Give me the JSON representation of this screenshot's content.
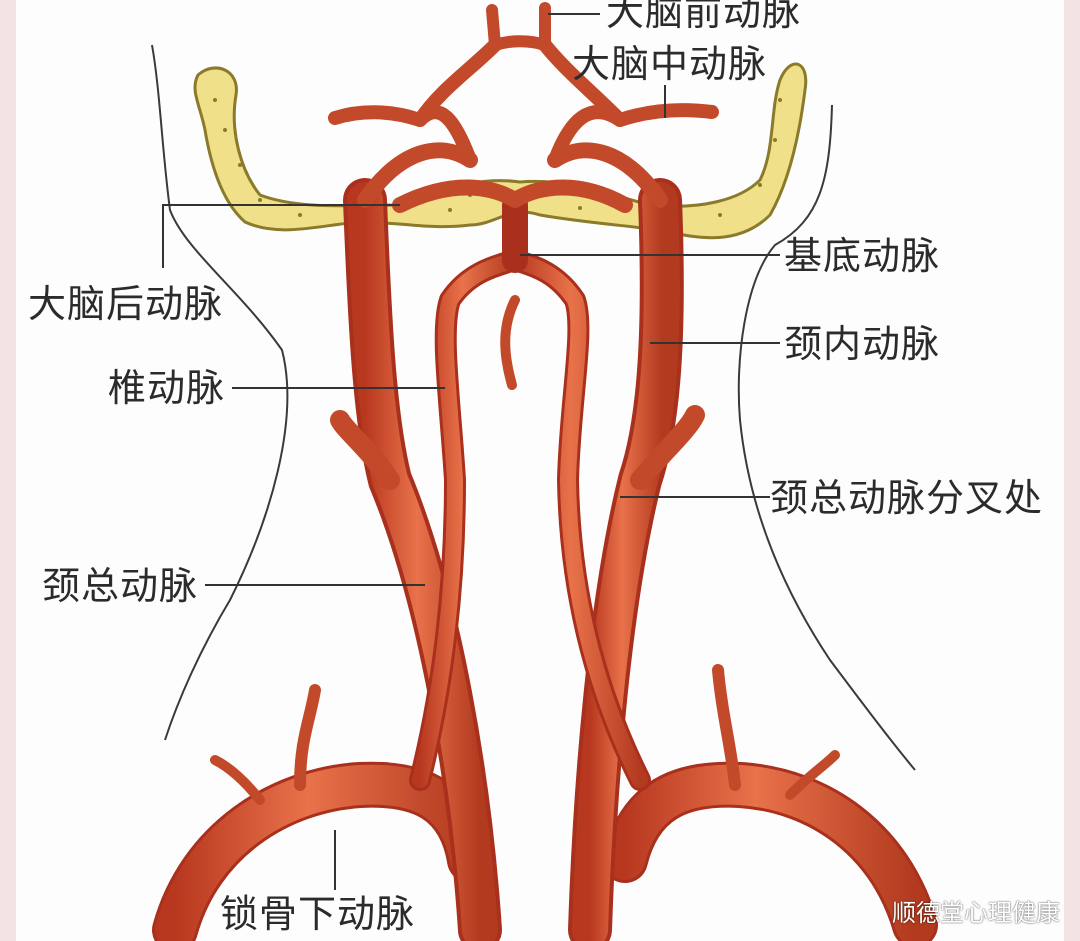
{
  "diagram": {
    "labels": {
      "anterior_cerebral": "大脑前动脉",
      "middle_cerebral": "大脑中动脉",
      "posterior_cerebral": "大脑后动脉",
      "basilar": "基底动脉",
      "internal_carotid": "颈内动脉",
      "vertebral": "椎动脉",
      "carotid_bifurcation": "颈总动脉分叉处",
      "common_carotid": "颈总动脉",
      "subclavian": "锁骨下动脉"
    },
    "watermark": "顺德堂心理健康"
  },
  "colors": {
    "artery_fill": "#d9542f",
    "artery_stroke": "#a8301c",
    "bone_fill": "#f0e08a",
    "bone_stroke": "#8a7a2a",
    "leader_line": "#333333"
  }
}
